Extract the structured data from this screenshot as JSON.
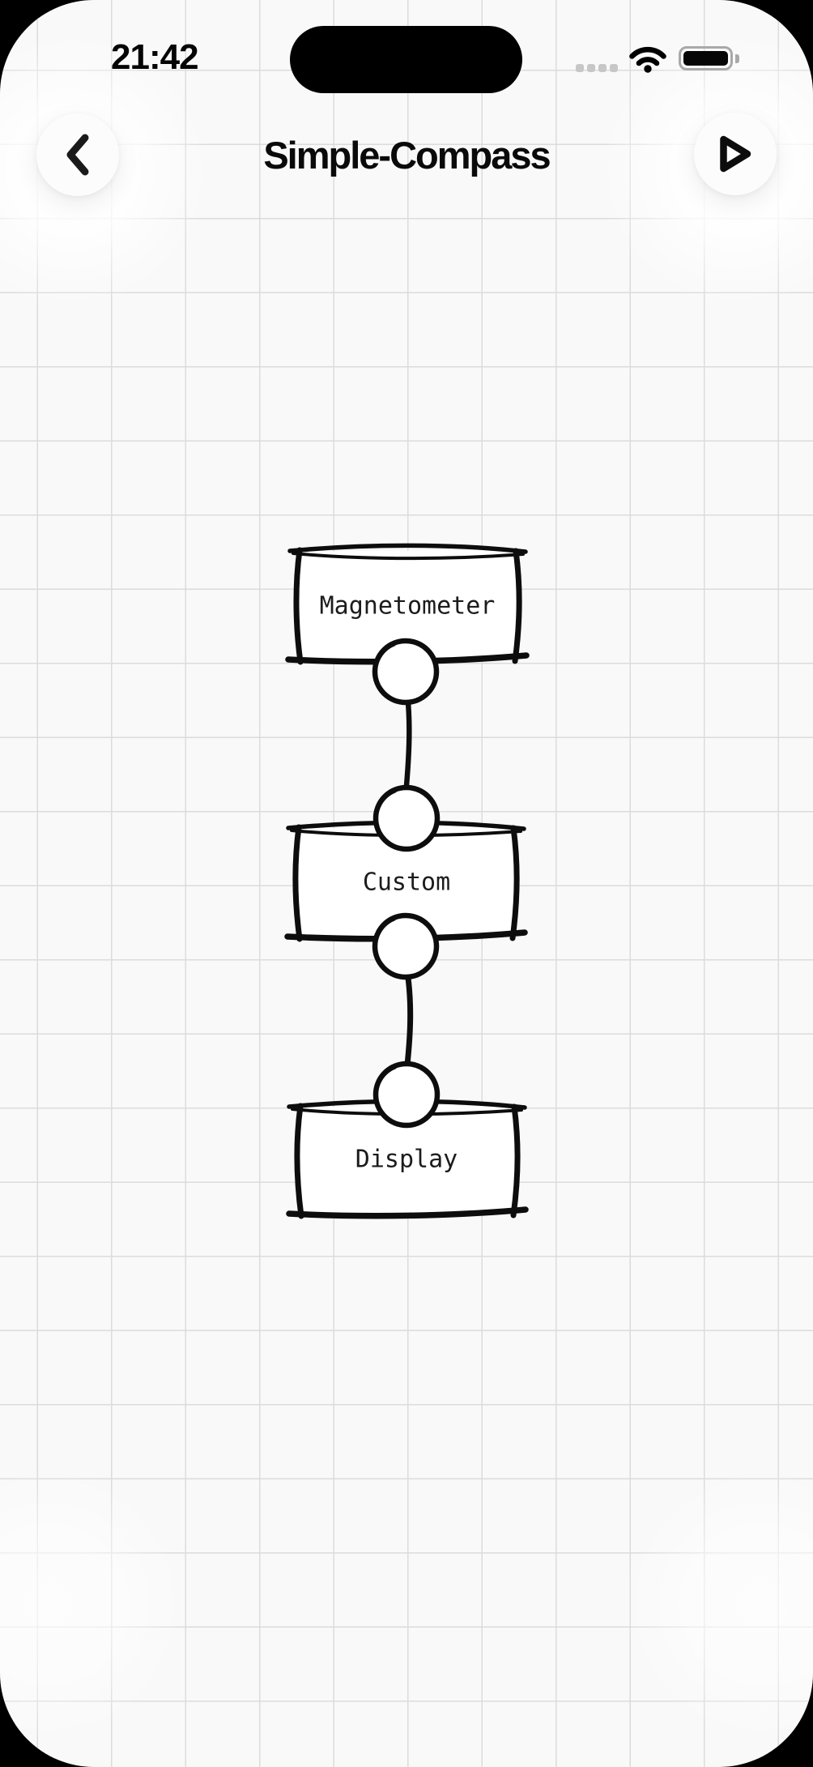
{
  "status_bar": {
    "time": "21:42",
    "cellular_icon": "cellular-signal-dots",
    "wifi_icon": "wifi",
    "battery_icon": "battery-full"
  },
  "nav": {
    "title": "Simple-Compass",
    "back_button_icon": "chevron-left",
    "run_button_icon": "play-outline"
  },
  "canvas": {
    "style": "hand-drawn-node-graph",
    "nodes": [
      {
        "label": "Magnetometer",
        "ports": [
          "output-bottom"
        ]
      },
      {
        "label": "Custom",
        "ports": [
          "input-top",
          "output-bottom"
        ]
      },
      {
        "label": "Display",
        "ports": [
          "input-top"
        ]
      }
    ],
    "edges": [
      {
        "from": "Magnetometer",
        "to": "Custom"
      },
      {
        "from": "Custom",
        "to": "Display"
      }
    ]
  },
  "colors": {
    "ink": "#0d0d0d",
    "node_fill": "#ffffff",
    "screen_background": "#faf9f9",
    "grid_line": "#dcdcdc",
    "surround": "#000000",
    "button_fill": "#fdfcfc"
  }
}
